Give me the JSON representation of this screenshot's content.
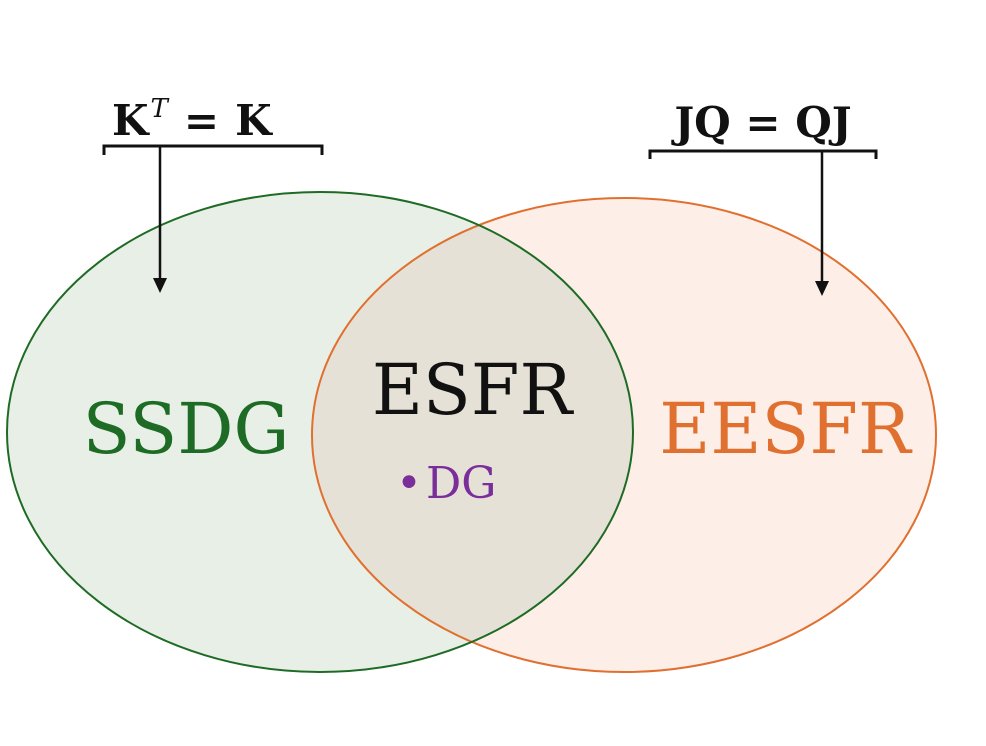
{
  "diagram": {
    "left_set": {
      "label": "SSDG",
      "fill": "#e8efe6",
      "stroke": "#1e6b25",
      "text_color": "#1e6b25"
    },
    "right_set": {
      "label": "EESFR",
      "fill": "#fdefe7",
      "stroke": "#e07030",
      "text_color": "#e07030"
    },
    "intersection": {
      "label": "ESFR",
      "fill": "#e6e1d7",
      "text_color": "#111111",
      "member": {
        "bullet": "•",
        "label": "DG",
        "color": "#7a2e9a"
      }
    },
    "left_condition": {
      "base": "K",
      "superscript": "T",
      "equals": "=",
      "rhs": "K",
      "color": "#111111"
    },
    "right_condition": {
      "text": "JQ = QJ",
      "color": "#111111"
    }
  }
}
